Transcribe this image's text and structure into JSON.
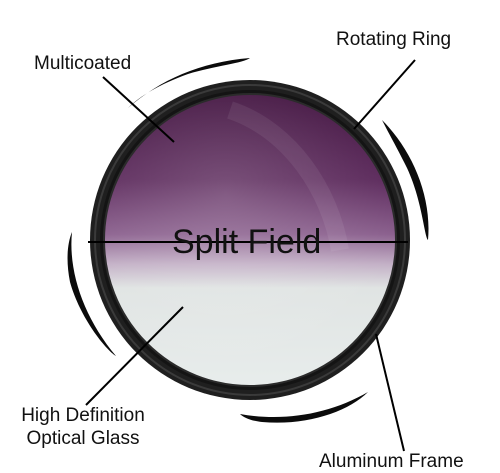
{
  "labels": {
    "center": "Split Field",
    "multicoated": "Multicoated",
    "rotating_ring": "Rotating Ring",
    "hd_glass_line1": "High Definition",
    "hd_glass_line2": "Optical Glass",
    "aluminum_frame": "Aluminum Frame"
  },
  "colors": {
    "ring": "#1f1f1f",
    "ring_edge": "#3a3a3a",
    "tint_top": "#4a1546",
    "tint_mid": "#8a5c8c",
    "glass_bottom": "#e6ebea",
    "pointer": "#000000",
    "swoosh": "#0b0b0b"
  }
}
